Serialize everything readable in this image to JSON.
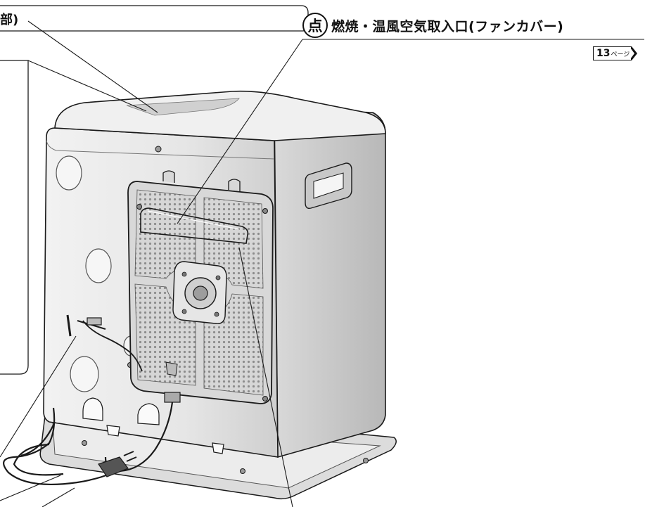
{
  "labels": {
    "check_mark": "点",
    "intake_label": "燃焼・温風空気取入口(ファンカバー)",
    "page_ref_number": "13",
    "page_ref_unit": "ページ",
    "left_fragment": "部)"
  },
  "colors": {
    "line": "#1a1a1a",
    "heater_body": "#e4e4e4",
    "heater_shadow": "#b9b9b9",
    "fan_grille": "#cfcfcf",
    "background": "#ffffff"
  }
}
